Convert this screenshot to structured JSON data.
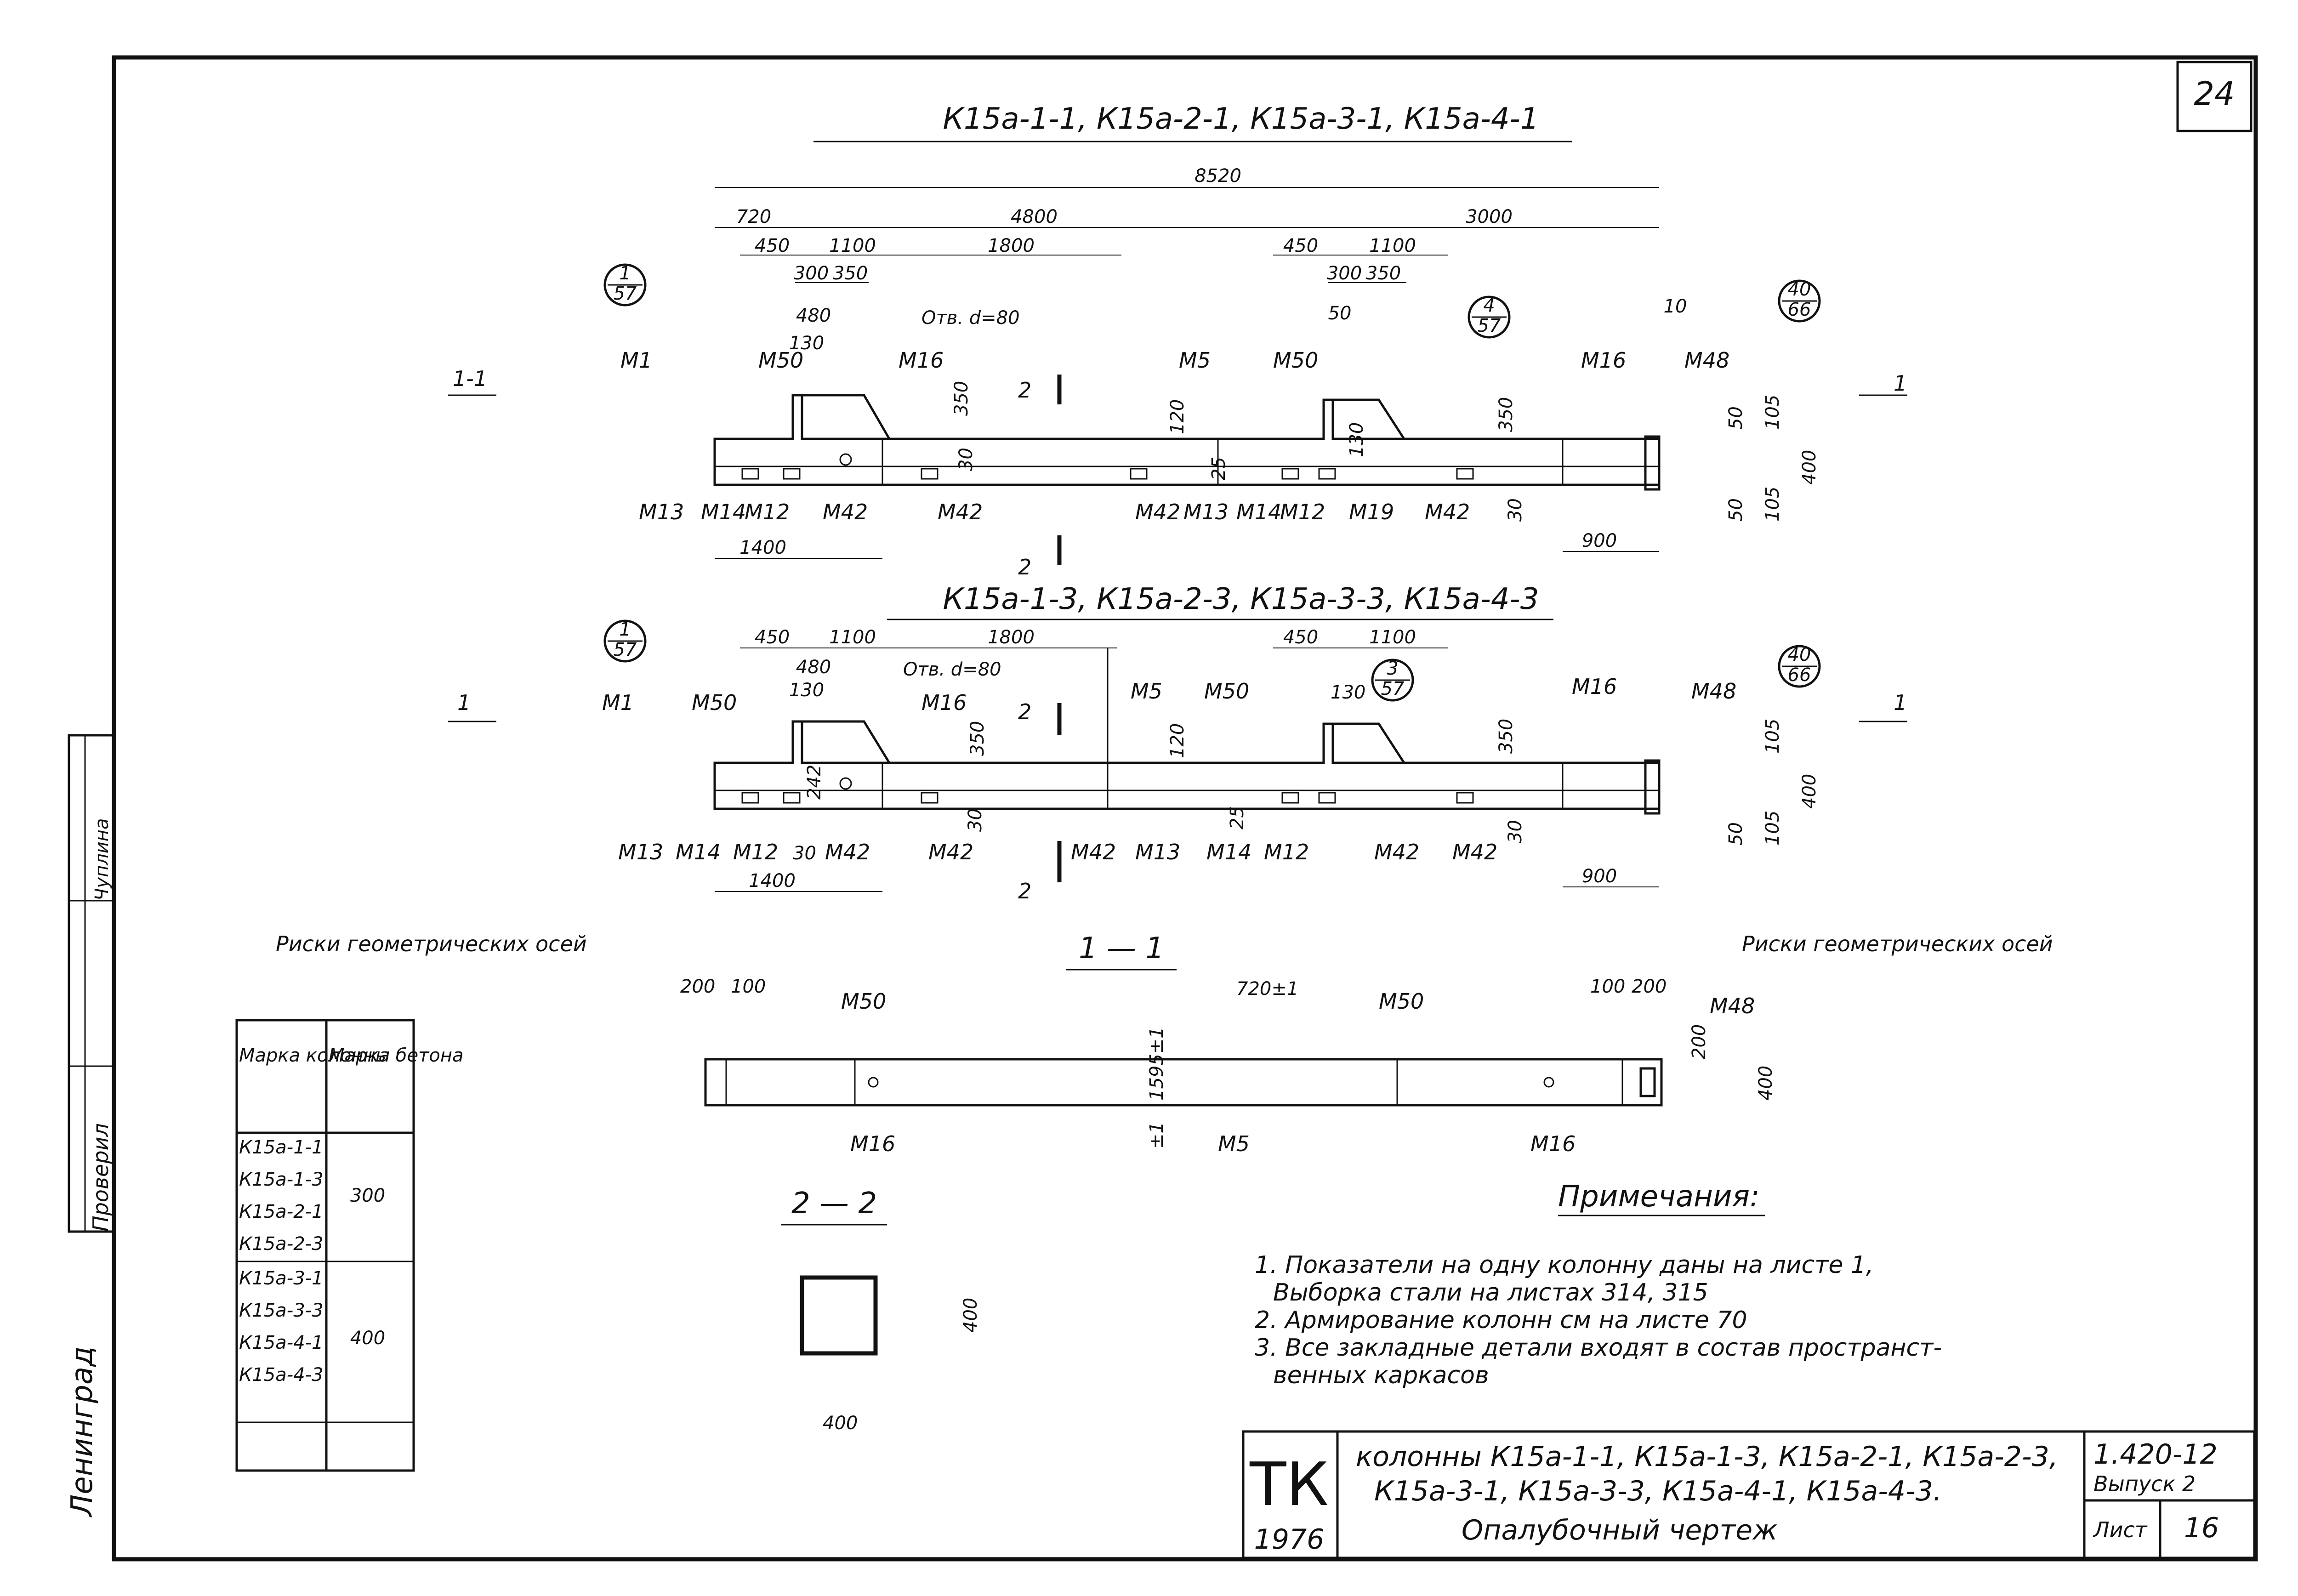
{
  "sheet_number": "24",
  "view1": {
    "title": "К15а-1-1, К15а-2-1, К15а-3-1, К15а-4-1",
    "dims": [
      "8520",
      "720",
      "4800",
      "3000",
      "450",
      "1100",
      "1800",
      "450",
      "1100",
      "300",
      "350",
      "300",
      "350",
      "480",
      "130",
      "50",
      "10",
      "350",
      "120",
      "25",
      "130",
      "30",
      "50",
      "105",
      "400",
      "50",
      "105",
      "30",
      "900",
      "1400"
    ],
    "callouts": [
      {
        "top": "1",
        "bottom": "57"
      },
      {
        "top": "4",
        "bottom": "57"
      },
      {
        "top": "40",
        "bottom": "66"
      }
    ],
    "labels": [
      "M1",
      "M50",
      "M16",
      "M5",
      "M50",
      "M16",
      "M48",
      "M13",
      "M14",
      "M12",
      "M42",
      "M42",
      "M42",
      "M13",
      "M14",
      "M12",
      "M19",
      "M42"
    ],
    "hole": "Отв. d=80",
    "section_marks": [
      "1-1",
      "2",
      "2",
      "1"
    ]
  },
  "view2": {
    "title": "К15а-1-3, К15а-2-3, К15а-3-3, К15а-4-3",
    "dims": [
      "450",
      "1100",
      "1800",
      "450",
      "1100",
      "480",
      "130",
      "350",
      "120",
      "25",
      "130",
      "350",
      "30",
      "105",
      "400",
      "50",
      "105",
      "30",
      "242",
      "30",
      "900",
      "1400"
    ],
    "callouts": [
      {
        "top": "1",
        "bottom": "57"
      },
      {
        "top": "3",
        "bottom": "57"
      },
      {
        "top": "40",
        "bottom": "66"
      }
    ],
    "labels": [
      "M1",
      "M50",
      "M16",
      "M5",
      "M50",
      "M16",
      "M48",
      "M13",
      "M14",
      "M12",
      "M42",
      "M42",
      "M42",
      "M13",
      "M14",
      "M12",
      "M42",
      "M42"
    ],
    "hole": "Отв. d=80",
    "section_marks": [
      "1",
      "2",
      "2",
      "1"
    ]
  },
  "section11": {
    "title": "1 — 1",
    "left_note": "Риски геометрических осей",
    "right_note": "Риски геометрических осей",
    "dims": [
      "200",
      "100",
      "720±1",
      "100",
      "200",
      "200",
      "400",
      "1595±1",
      "±1"
    ],
    "labels": [
      "M50",
      "M50",
      "M48",
      "M16",
      "M5",
      "M16"
    ]
  },
  "section22": {
    "title": "2 — 2",
    "dims": [
      "400",
      "400"
    ]
  },
  "marks_table": {
    "header_col1": "Марка колонны",
    "header_col2": "Марка бетона",
    "rows": [
      "К15а-1-1",
      "К15а-1-3",
      "К15а-2-1",
      "К15а-2-3",
      "К15а-3-1",
      "К15а-3-3",
      "К15а-4-1",
      "К15а-4-3"
    ],
    "concrete": [
      "300",
      "400"
    ]
  },
  "notes": {
    "heading": "Примечания:",
    "items": [
      "1. Показатели на одну колонну даны на листе 1,",
      "Выборка стали на листах 314, 315",
      "2. Армирование колонн см на листе 70",
      "3. Все закладные детали входят в состав пространст-",
      "венных каркасов"
    ]
  },
  "title_block": {
    "mark": "ТК",
    "year": "1976",
    "line1": "колонны К15а-1-1, К15а-1-3, К15а-2-1, К15а-2-3,",
    "line2": "К15а-3-1, К15а-3-3, К15а-4-1, К15а-4-3.",
    "line3": "Опалубочный чертеж",
    "code": "1.420-12",
    "issue": "Выпуск 2",
    "sheet_label": "Лист",
    "sheet_no": "16"
  },
  "side_stamp": {
    "city": "Ленинград",
    "checked": "Проверил",
    "stamp_a": "Чуплина"
  }
}
